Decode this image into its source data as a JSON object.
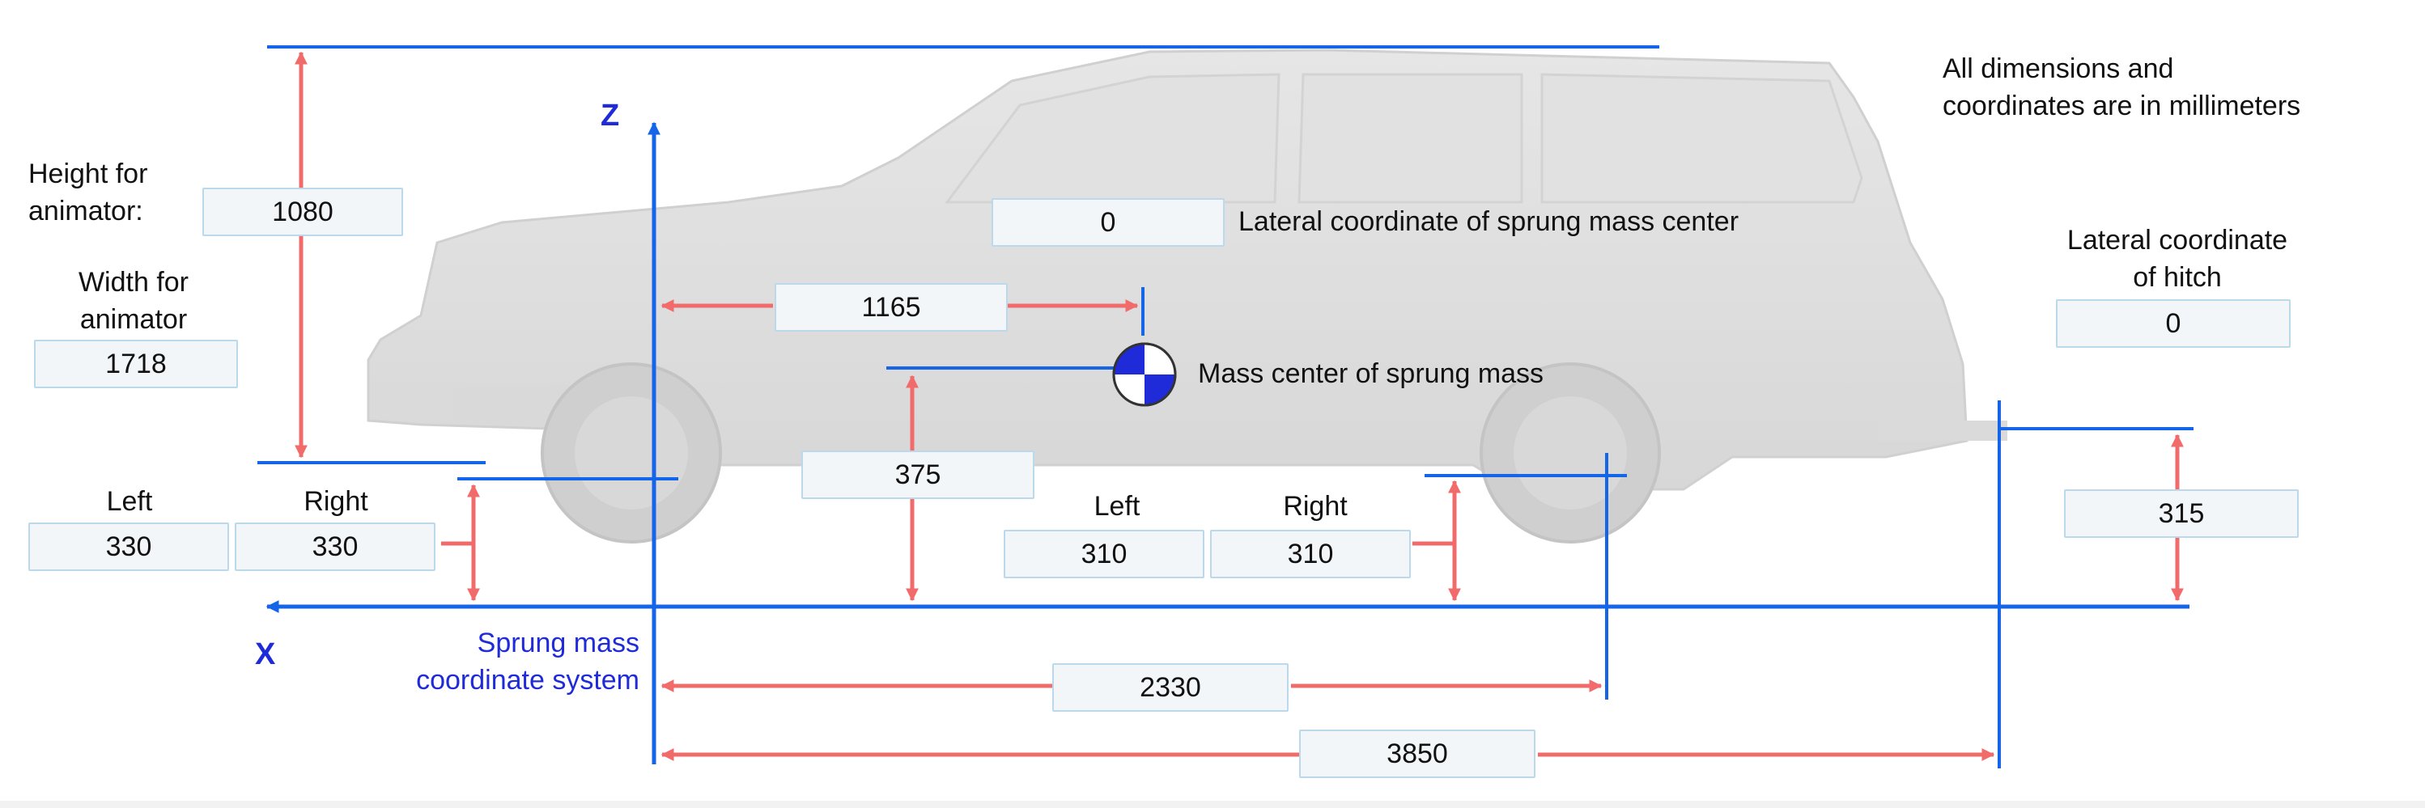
{
  "note": "All dimensions and\ncoordinates are in millimeters",
  "animator": {
    "height_label": "Height for\nanimator:",
    "height_value": "1080",
    "width_label": "Width for\nanimator",
    "width_value": "1718"
  },
  "front_track": {
    "left_label": "Left",
    "right_label": "Right",
    "left_value": "330",
    "right_value": "330"
  },
  "rear_track": {
    "left_label": "Left",
    "right_label": "Right",
    "left_value": "310",
    "right_value": "310"
  },
  "sprung_mass": {
    "lateral_label": "Lateral coordinate of sprung mass center",
    "lateral_value": "0",
    "longitudinal_value": "1165",
    "vertical_value": "375",
    "marker_label": "Mass center of sprung mass"
  },
  "hitch": {
    "lateral_label": "Lateral coordinate\nof hitch",
    "lateral_value": "0",
    "height_value": "315"
  },
  "wheelbase_value": "2330",
  "hitch_distance_value": "3850",
  "coordinate_system": {
    "label": "Sprung mass\ncoordinate system",
    "z_axis": "Z",
    "x_axis": "X"
  },
  "colors": {
    "axis_blue": "#1565e8",
    "dim_red": "#f26b6b",
    "field_border": "#bcd9ec"
  }
}
